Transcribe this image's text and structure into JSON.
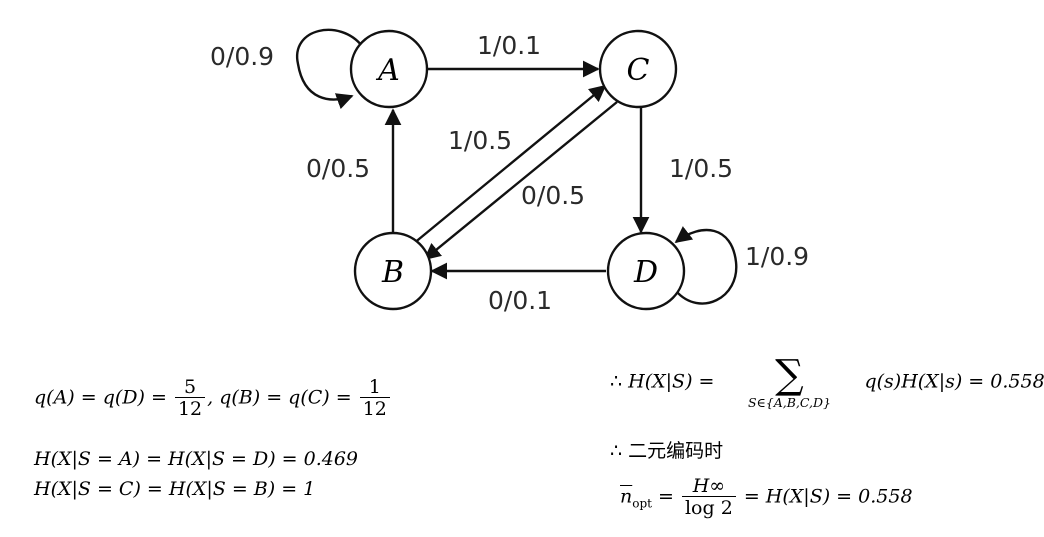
{
  "diagram": {
    "nodes": [
      {
        "id": "A",
        "label": "A"
      },
      {
        "id": "B",
        "label": "B"
      },
      {
        "id": "C",
        "label": "C"
      },
      {
        "id": "D",
        "label": "D"
      }
    ],
    "edges": [
      {
        "from": "A",
        "to": "A",
        "label": "0/0.9"
      },
      {
        "from": "A",
        "to": "C",
        "label": "1/0.1"
      },
      {
        "from": "B",
        "to": "A",
        "label": "0/0.5"
      },
      {
        "from": "B",
        "to": "C",
        "label": "1/0.5"
      },
      {
        "from": "C",
        "to": "B",
        "label": "0/0.5"
      },
      {
        "from": "C",
        "to": "D",
        "label": "1/0.5"
      },
      {
        "from": "D",
        "to": "B",
        "label": "0/0.1"
      },
      {
        "from": "D",
        "to": "D",
        "label": "1/0.9"
      }
    ]
  },
  "equations": {
    "left": {
      "q_ad_prefix": "q(A) = q(D) = ",
      "q_ad_num": "5",
      "q_ad_den": "12",
      "q_bc_prefix": ", q(B) = q(C) = ",
      "q_bc_num": "1",
      "q_bc_den": "12",
      "h_ad": "H(X|S = A) = H(X|S = D) = 0.469",
      "h_cb": "H(X|S = C) = H(X|S = B) = 1"
    },
    "right": {
      "therefore": "∴",
      "h_lhs": "H(X|S) =",
      "sum_symbol": "∑",
      "sum_sub": "S∈{A,B,C,D}",
      "h_rhs": "q(s)H(X|s) = 0.558",
      "binary_text": "二元编码时",
      "n_bar": "n",
      "n_sub": "opt",
      "eq": " = ",
      "frac_num": "H∞",
      "frac_den": "log 2",
      "n_rhs": " = H(X|S) = 0.558"
    }
  }
}
